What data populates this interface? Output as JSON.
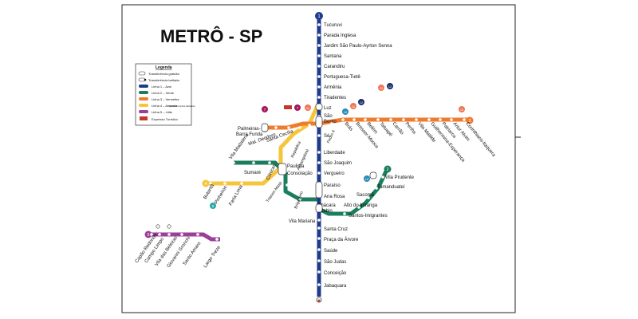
{
  "title": "METRÔ - SP",
  "colors": {
    "line1": "#1e3a8a",
    "line2": "#1a7d5e",
    "line3": "#ef7b2d",
    "line4": "#f6c53b",
    "line5": "#9b3f97",
    "frame": "#222222"
  },
  "legend": {
    "title": "Legenda",
    "items": [
      "Transferência gratuita",
      "Transferência tarifada",
      "Linha 1 – Azul",
      "Linha 2 – Verde",
      "Linha 3 – Vermelha",
      "Linha 4 – Amarela",
      "Linha 5 – Lilás",
      "Expresso Turístico"
    ],
    "note": "(somente trechos indicados)"
  },
  "badges": {
    "line1_top": "1",
    "line2": "2",
    "line3": "3",
    "line4": "4",
    "line5": "5",
    "cptm_7": "7",
    "cptm_8": "8",
    "cptm_10": "10",
    "cptm_11": "11",
    "cptm_12": "12",
    "cptm_13": "13",
    "cptm_9": "9"
  },
  "stations": {
    "line1": [
      "Tucuruvi",
      "Parada Inglesa",
      "Jardim São Paulo-Ayrton Senna",
      "Santana",
      "Carandiru",
      "Portuguesa-Tietê",
      "Armênia",
      "Tiradentes",
      "Luz",
      "São Bento",
      "Sé",
      "Liberdade",
      "São Joaquim",
      "Vergueiro",
      "Paraíso",
      "Ana Rosa",
      "Vila Mariana",
      "Santa Cruz",
      "Praça da Árvore",
      "Saúde",
      "São Judas",
      "Conceição",
      "Jabaquara"
    ],
    "line2_west": [
      "Vila Madalena",
      "Sumaré",
      "Clínicas",
      "Consolação",
      "Trianon-Masp",
      "Brigadeiro"
    ],
    "line2_east": [
      "Chácara Klabin",
      "Santos-Imigrantes",
      "Alto do Ipiranga",
      "Sacomã",
      "Tamanduateí",
      "Vila Prudente"
    ],
    "line3_west": [
      "Palmeiras-Barra Funda",
      "Mal. Deodoro",
      "Santa Cecília",
      "República",
      "Anhangabaú",
      "Pedro II"
    ],
    "line3_east": [
      "Brás",
      "Bresser-Mooca",
      "Belém",
      "Tatuapé",
      "Carrão",
      "Penha",
      "Vila Matilde",
      "Guilhermina-Esperança",
      "Patriarca",
      "Artur Alvim",
      "Corinthians-Itaquera"
    ],
    "line4": [
      "Butantã",
      "Pinheiros",
      "Faria Lima",
      "Paulista"
    ],
    "line5": [
      "Capão Redondo",
      "Campo Limpo",
      "Vila das Belezas",
      "Giovanni Gronchi",
      "Santo Amaro",
      "Largo Treze"
    ]
  }
}
